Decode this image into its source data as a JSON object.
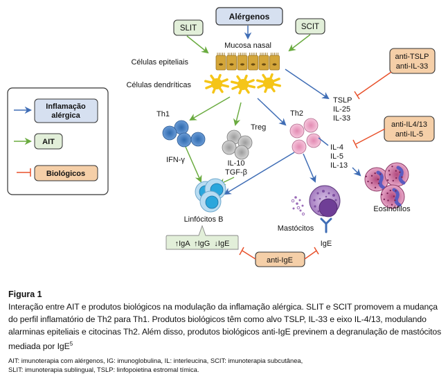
{
  "figure": {
    "nodes": {
      "alergenos": "Alérgenos",
      "slit": "SLIT",
      "scit": "SCIT",
      "mucosa_nasal": "Mucosa nasal",
      "celulas_epiteliais": "Células epiteliais",
      "celulas_dendriticas": "Células dendríticas",
      "th1": "Th1",
      "treg": "Treg",
      "th2": "Th2",
      "ifn_gamma": "IFN-γ",
      "il10": "IL-10",
      "tgf_beta": "TGF-β",
      "tslp": "TSLP",
      "il25": "IL-25",
      "il33": "IL-33",
      "il4": "IL-4",
      "il5": "IL-5",
      "il13": "IL-13",
      "linfocitos_b": "Linfócitos B",
      "mastocitos": "Mastócitos",
      "ige": "IgE",
      "eosinofilos": "Eosinófilos",
      "ig_effects": "↑IgA  ↑IgG  ↓IgE"
    },
    "biologics": {
      "anti_tslp_line1": "anti-TSLP",
      "anti_tslp_line2": "anti-IL-33",
      "anti_il4_line1": "anti-IL4/13",
      "anti_il4_line2": "anti-IL-5",
      "anti_ige": "anti-IgE"
    },
    "legend": {
      "items": [
        {
          "label_line1": "Inflamação",
          "label_line2": "alérgica",
          "arrow": "activation",
          "color": "#3f6db5",
          "fill": "#d6e0f0"
        },
        {
          "label_line1": "AIT",
          "arrow": "activation",
          "color": "#6aab3f",
          "fill": "#e2efd9"
        },
        {
          "label_line1": "Biológicos",
          "arrow": "inhibition",
          "color": "#e8502a",
          "fill": "#f5cfa8"
        }
      ]
    },
    "colors": {
      "inflammation": "#3f6db5",
      "ait": "#6aab3f",
      "biologics": "#e8502a",
      "th1": "#4f86c6",
      "treg": "#b9b9b9",
      "th2": "#eaa7c6",
      "dendritic": "#f5c518",
      "epithelial": "#c89a2e",
      "b_cell": "#2aa6dc",
      "mast": "#8b5ba8",
      "eosinophil": "#b45b8a"
    }
  },
  "caption": {
    "title": "Figura 1",
    "body": "Interação entre AIT e produtos biológicos na modulação da inflamação alérgica. SLIT e SCIT promovem a mudança do perfil inflamatório de Th2 para Th1. Produtos biológicos têm como alvo TSLP, IL-33 e eixo IL-4/13, modulando alarminas epiteliais e citocinas Th2. Além disso, produtos biológicos anti-IgE previnem a degranulação de mastócitos mediada por IgE",
    "body_superscript": "5",
    "abbreviations_line1": "AIT: imunoterapia com alérgenos, IG: imunoglobulina, IL: interleucina, SCIT: imunoterapia subcutânea,",
    "abbreviations_line2": "SLIT: imunoterapia sublingual, TSLP: linfopoietina estromal tímica."
  }
}
